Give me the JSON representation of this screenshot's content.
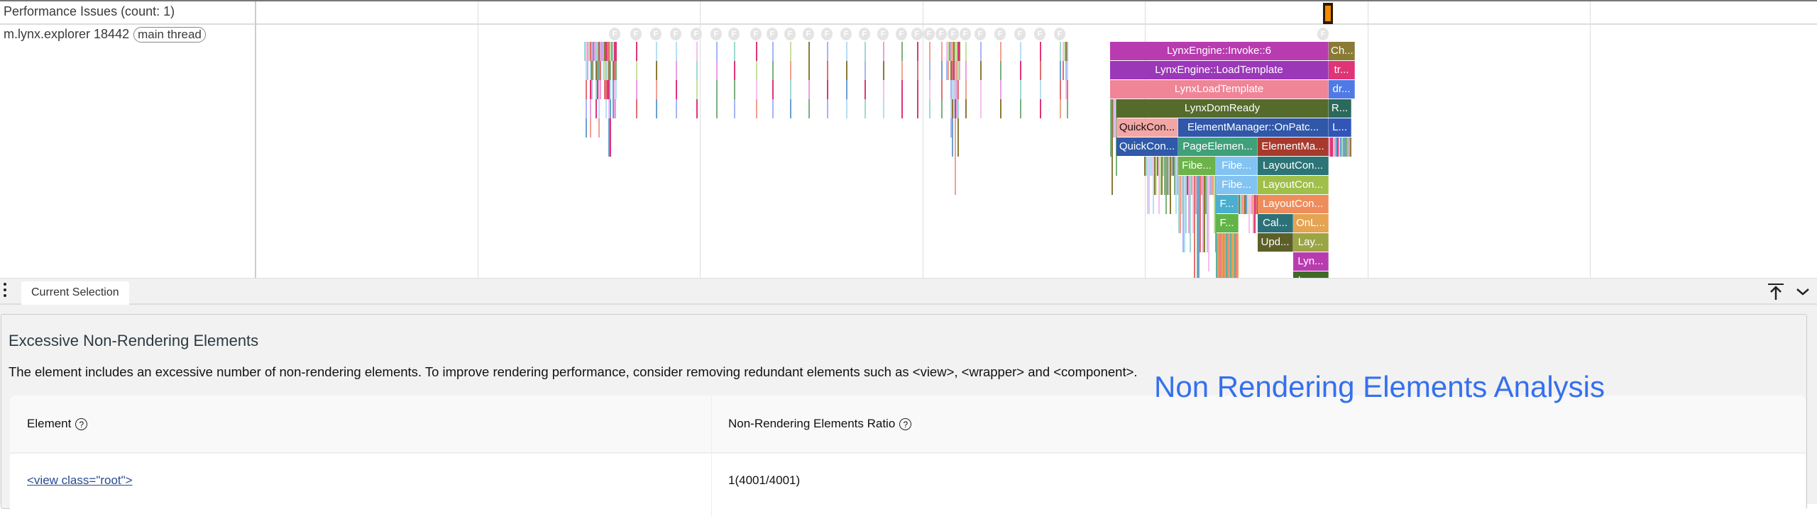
{
  "timeline": {
    "performance_issues_label": "Performance Issues (count: 1)",
    "process_label": "m.lynx.explorer 18442",
    "thread_badge": "main thread",
    "frame_marker_glyph": "F",
    "issue_marker_icon": "warning-flag-icon",
    "flame_blocks": [
      {
        "label": "LynxEngine::Invoke::6",
        "color": "#b83cb0"
      },
      {
        "label": "Ch...",
        "color": "#8a7a35"
      },
      {
        "label": "LynxEngine::LoadTemplate",
        "color": "#9a38b8"
      },
      {
        "label": "tr...",
        "color": "#df3577"
      },
      {
        "label": "LynxLoadTemplate",
        "color": "#ef8597"
      },
      {
        "label": "dr...",
        "color": "#4f7ae6"
      },
      {
        "label": "LynxDomReady",
        "color": "#556b2b"
      },
      {
        "label": "R...",
        "color": "#2a6a5c"
      },
      {
        "label": "QuickCon...",
        "color": "#f2a7a6"
      },
      {
        "label": "ElementManager::OnPatc...",
        "color": "#3057a8"
      },
      {
        "label": "L...",
        "color": "#3057b8"
      },
      {
        "label": "QuickCon...",
        "color": "#2f59aa"
      },
      {
        "label": "PageElemen...",
        "color": "#3fa07a"
      },
      {
        "label": "ElementMa...",
        "color": "#a73a2c"
      },
      {
        "label": "Fibe...",
        "color": "#6cb34a"
      },
      {
        "label": "Fibe...",
        "color": "#83c3f2"
      },
      {
        "label": "LayoutCon...",
        "color": "#2c7476"
      },
      {
        "label": "Fibe...",
        "color": "#83c3f2"
      },
      {
        "label": "LayoutCon...",
        "color": "#a0bf4a"
      },
      {
        "label": "F...",
        "color": "#4aaecf"
      },
      {
        "label": "LayoutCon...",
        "color": "#ef8c5c"
      },
      {
        "label": "F...",
        "color": "#62b449"
      },
      {
        "label": "Cal...",
        "color": "#2d7178"
      },
      {
        "label": "OnL...",
        "color": "#e4a452"
      },
      {
        "label": "Upd...",
        "color": "#5c6028"
      },
      {
        "label": "Lay...",
        "color": "#9ba546"
      },
      {
        "label": "Lyn...",
        "color": "#b83cb0"
      },
      {
        "label": "Lay...",
        "color": "#3f6a28"
      }
    ]
  },
  "bottom_panel": {
    "tab_label": "Current Selection",
    "maximize_icon": "arrow-to-top-icon",
    "collapse_icon": "chevron-down-icon",
    "title": "Excessive Non-Rendering Elements",
    "description": "The element includes an excessive number of non-rendering elements. To improve rendering performance, consider removing redundant elements such as <view>, <wrapper> and <component>.",
    "table": {
      "columns": [
        "Element",
        "Non-Rendering Elements Ratio"
      ],
      "help_glyph": "?",
      "rows": [
        {
          "element": "<view class=\"root\">",
          "ratio": "1(4001/4001)"
        }
      ]
    }
  },
  "overlay_title": "Non Rendering Elements Analysis"
}
